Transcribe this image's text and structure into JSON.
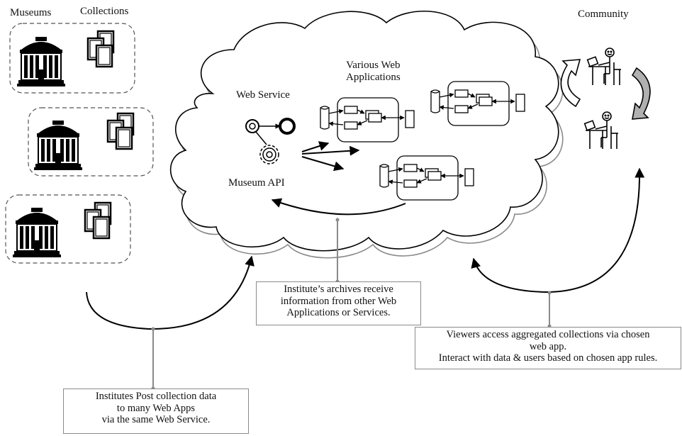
{
  "header": {
    "museums": "Museums",
    "collections": "Collections",
    "community": "Community"
  },
  "cloud": {
    "web_service": "Web Service",
    "museum_api": "Museum API",
    "web_apps": [
      "Various Web",
      "Applications"
    ]
  },
  "notes": {
    "archives": [
      "Institute’s archives receive",
      "information from other Web",
      "Applications or Services."
    ],
    "viewers": [
      "Viewers access aggregated collections via chosen",
      "web app.",
      "Interact with data & users based on chosen app rules."
    ],
    "institutes": [
      "Institutes Post collection data",
      "to many Web Apps",
      "via the same Web Service."
    ]
  },
  "icons": {
    "museum": "museum-building-icon",
    "collection": "collection-documents-icon",
    "user": "user-at-computer-icon",
    "gear": "gear-icon",
    "app": "web-application-icon"
  }
}
